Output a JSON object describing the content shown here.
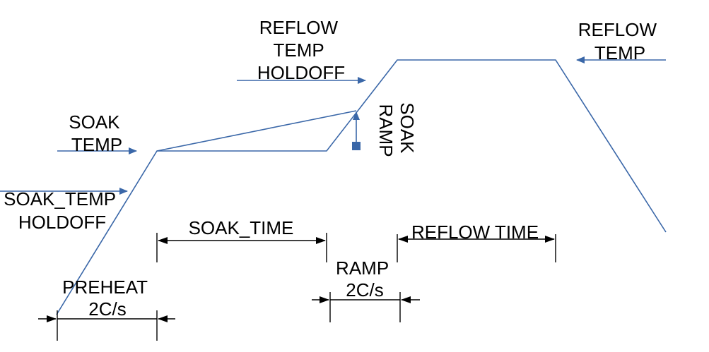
{
  "diagram": {
    "colors": {
      "curve": "#3a67a8",
      "dimension": "#000000",
      "background": "#ffffff"
    },
    "labels": {
      "reflow_temp_holdoff": [
        "REFLOW",
        "TEMP",
        "HOLDOFF"
      ],
      "reflow_temp": [
        "REFLOW",
        "TEMP"
      ],
      "soak_temp": [
        "SOAK",
        "TEMP"
      ],
      "soak_temp_holdoff": [
        "SOAK_TEMP",
        "HOLDOFF"
      ],
      "soak_ramp": [
        "SOAK",
        "RAMP"
      ],
      "soak_time": "SOAK_TIME",
      "reflow_time": "REFLOW TIME",
      "ramp": [
        "RAMP",
        "2C/s"
      ],
      "preheat": [
        "PREHEAT",
        "2C/s"
      ]
    }
  }
}
